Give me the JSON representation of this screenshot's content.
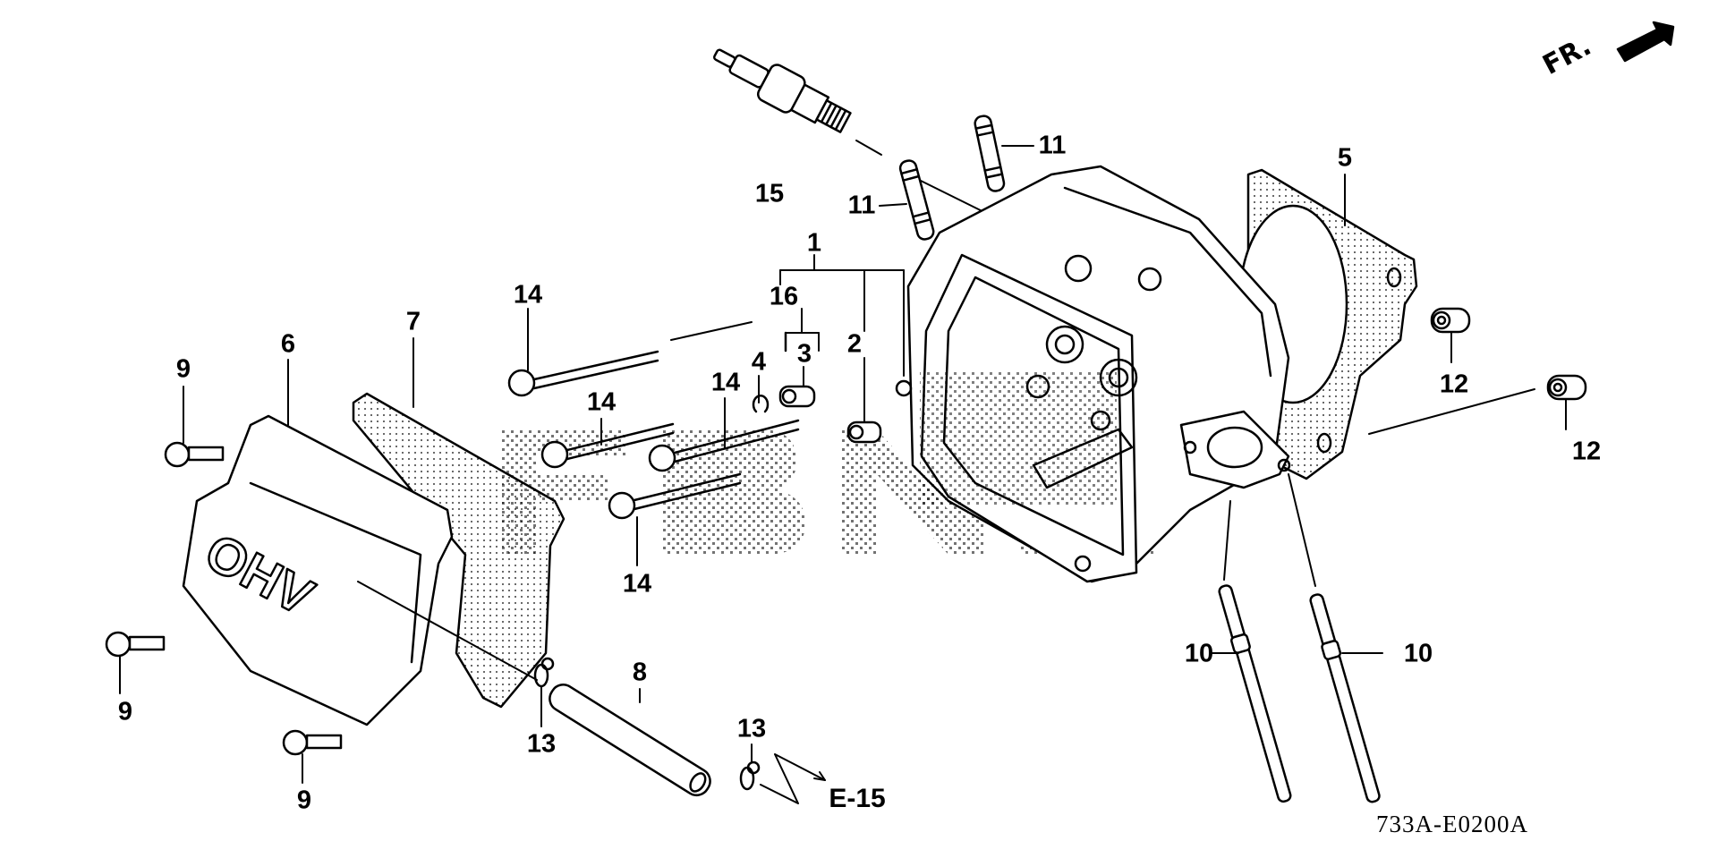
{
  "diagram": {
    "title_code": "733A-E0200A",
    "direction_label": "FR.",
    "reference": "E-15",
    "watermark": "FBNE",
    "cover_lettering": "OHV",
    "callouts": [
      {
        "id": "c15",
        "text": "15",
        "part": "spark-plug"
      },
      {
        "id": "c11a",
        "text": "11",
        "part": "stud-upper"
      },
      {
        "id": "c11b",
        "text": "11",
        "part": "stud-lower"
      },
      {
        "id": "c1",
        "text": "1",
        "part": "cylinder-head-assembly"
      },
      {
        "id": "c16",
        "text": "16",
        "part": "valve-guide-set"
      },
      {
        "id": "c4",
        "text": "4",
        "part": "clip"
      },
      {
        "id": "c3",
        "text": "3",
        "part": "valve-guide"
      },
      {
        "id": "c2",
        "text": "2",
        "part": "dowel-pin"
      },
      {
        "id": "c5",
        "text": "5",
        "part": "head-gasket"
      },
      {
        "id": "c12a",
        "text": "12",
        "part": "dowel-pin-upper"
      },
      {
        "id": "c12b",
        "text": "12",
        "part": "dowel-pin-lower"
      },
      {
        "id": "c14a",
        "text": "14",
        "part": "head-bolt-1"
      },
      {
        "id": "c14b",
        "text": "14",
        "part": "head-bolt-2"
      },
      {
        "id": "c14c",
        "text": "14",
        "part": "head-bolt-3"
      },
      {
        "id": "c14d",
        "text": "14",
        "part": "head-bolt-4"
      },
      {
        "id": "c9a",
        "text": "9",
        "part": "cover-bolt-1"
      },
      {
        "id": "c9b",
        "text": "9",
        "part": "cover-bolt-2"
      },
      {
        "id": "c9c",
        "text": "9",
        "part": "cover-bolt-3"
      },
      {
        "id": "c6",
        "text": "6",
        "part": "head-cover"
      },
      {
        "id": "c7",
        "text": "7",
        "part": "cover-gasket"
      },
      {
        "id": "c8",
        "text": "8",
        "part": "breather-tube"
      },
      {
        "id": "c13a",
        "text": "13",
        "part": "tube-clip-1"
      },
      {
        "id": "c13b",
        "text": "13",
        "part": "tube-clip-2"
      },
      {
        "id": "c10a",
        "text": "10",
        "part": "long-stud-1"
      },
      {
        "id": "c10b",
        "text": "10",
        "part": "long-stud-2"
      }
    ]
  }
}
